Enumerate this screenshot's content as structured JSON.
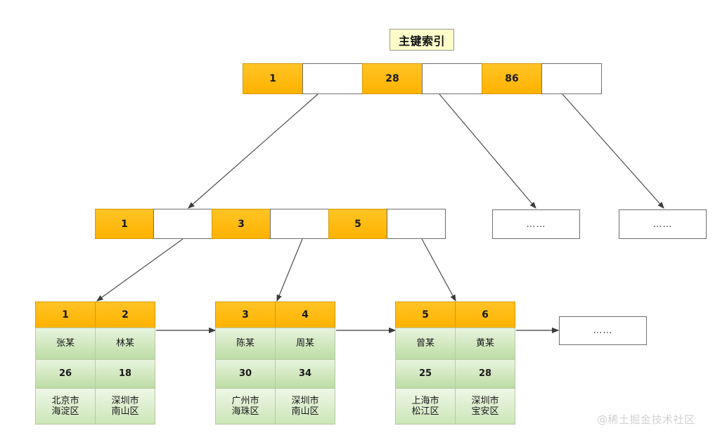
{
  "title": {
    "label": "主键索引"
  },
  "root_node": {
    "name": "root-index-node",
    "cells": [
      {
        "type": "key",
        "value": "1"
      },
      {
        "type": "ptr",
        "value": ""
      },
      {
        "type": "key",
        "value": "28"
      },
      {
        "type": "ptr",
        "value": ""
      },
      {
        "type": "key",
        "value": "86"
      },
      {
        "type": "ptr",
        "value": ""
      }
    ]
  },
  "internal_node": {
    "name": "internal-index-node",
    "cells": [
      {
        "type": "key",
        "value": "1"
      },
      {
        "type": "ptr",
        "value": ""
      },
      {
        "type": "key",
        "value": "3"
      },
      {
        "type": "ptr",
        "value": ""
      },
      {
        "type": "key",
        "value": "5"
      },
      {
        "type": "ptr",
        "value": ""
      }
    ]
  },
  "ellipsis_nodes": [
    {
      "name": "internal-ellipsis-node-1",
      "label": "……"
    },
    {
      "name": "internal-ellipsis-node-2",
      "label": "……"
    },
    {
      "name": "leaf-ellipsis-node",
      "label": "……"
    }
  ],
  "leaf_nodes": [
    {
      "name": "leaf-node-1",
      "ids": [
        "1",
        "2"
      ],
      "names": [
        "张某",
        "林某"
      ],
      "ages": [
        "26",
        "18"
      ],
      "addresses": [
        "北京市\n海淀区",
        "深圳市\n南山区"
      ]
    },
    {
      "name": "leaf-node-2",
      "ids": [
        "3",
        "4"
      ],
      "names": [
        "陈某",
        "周某"
      ],
      "ages": [
        "30",
        "34"
      ],
      "addresses": [
        "广州市\n海珠区",
        "深圳市\n南山区"
      ]
    },
    {
      "name": "leaf-node-3",
      "ids": [
        "5",
        "6"
      ],
      "names": [
        "曾某",
        "黄某"
      ],
      "ages": [
        "25",
        "28"
      ],
      "addresses": [
        "上海市\n松江区",
        "深圳市\n宝安区"
      ]
    }
  ],
  "watermark": {
    "text": "@稀土掘金技术社区"
  },
  "colors": {
    "key_cell": "#ffb200",
    "leaf_data_cell": "#bcdda4",
    "title_background": "#ffffcc",
    "border": "#6e6e6e",
    "edge": "#4d4d4d"
  }
}
